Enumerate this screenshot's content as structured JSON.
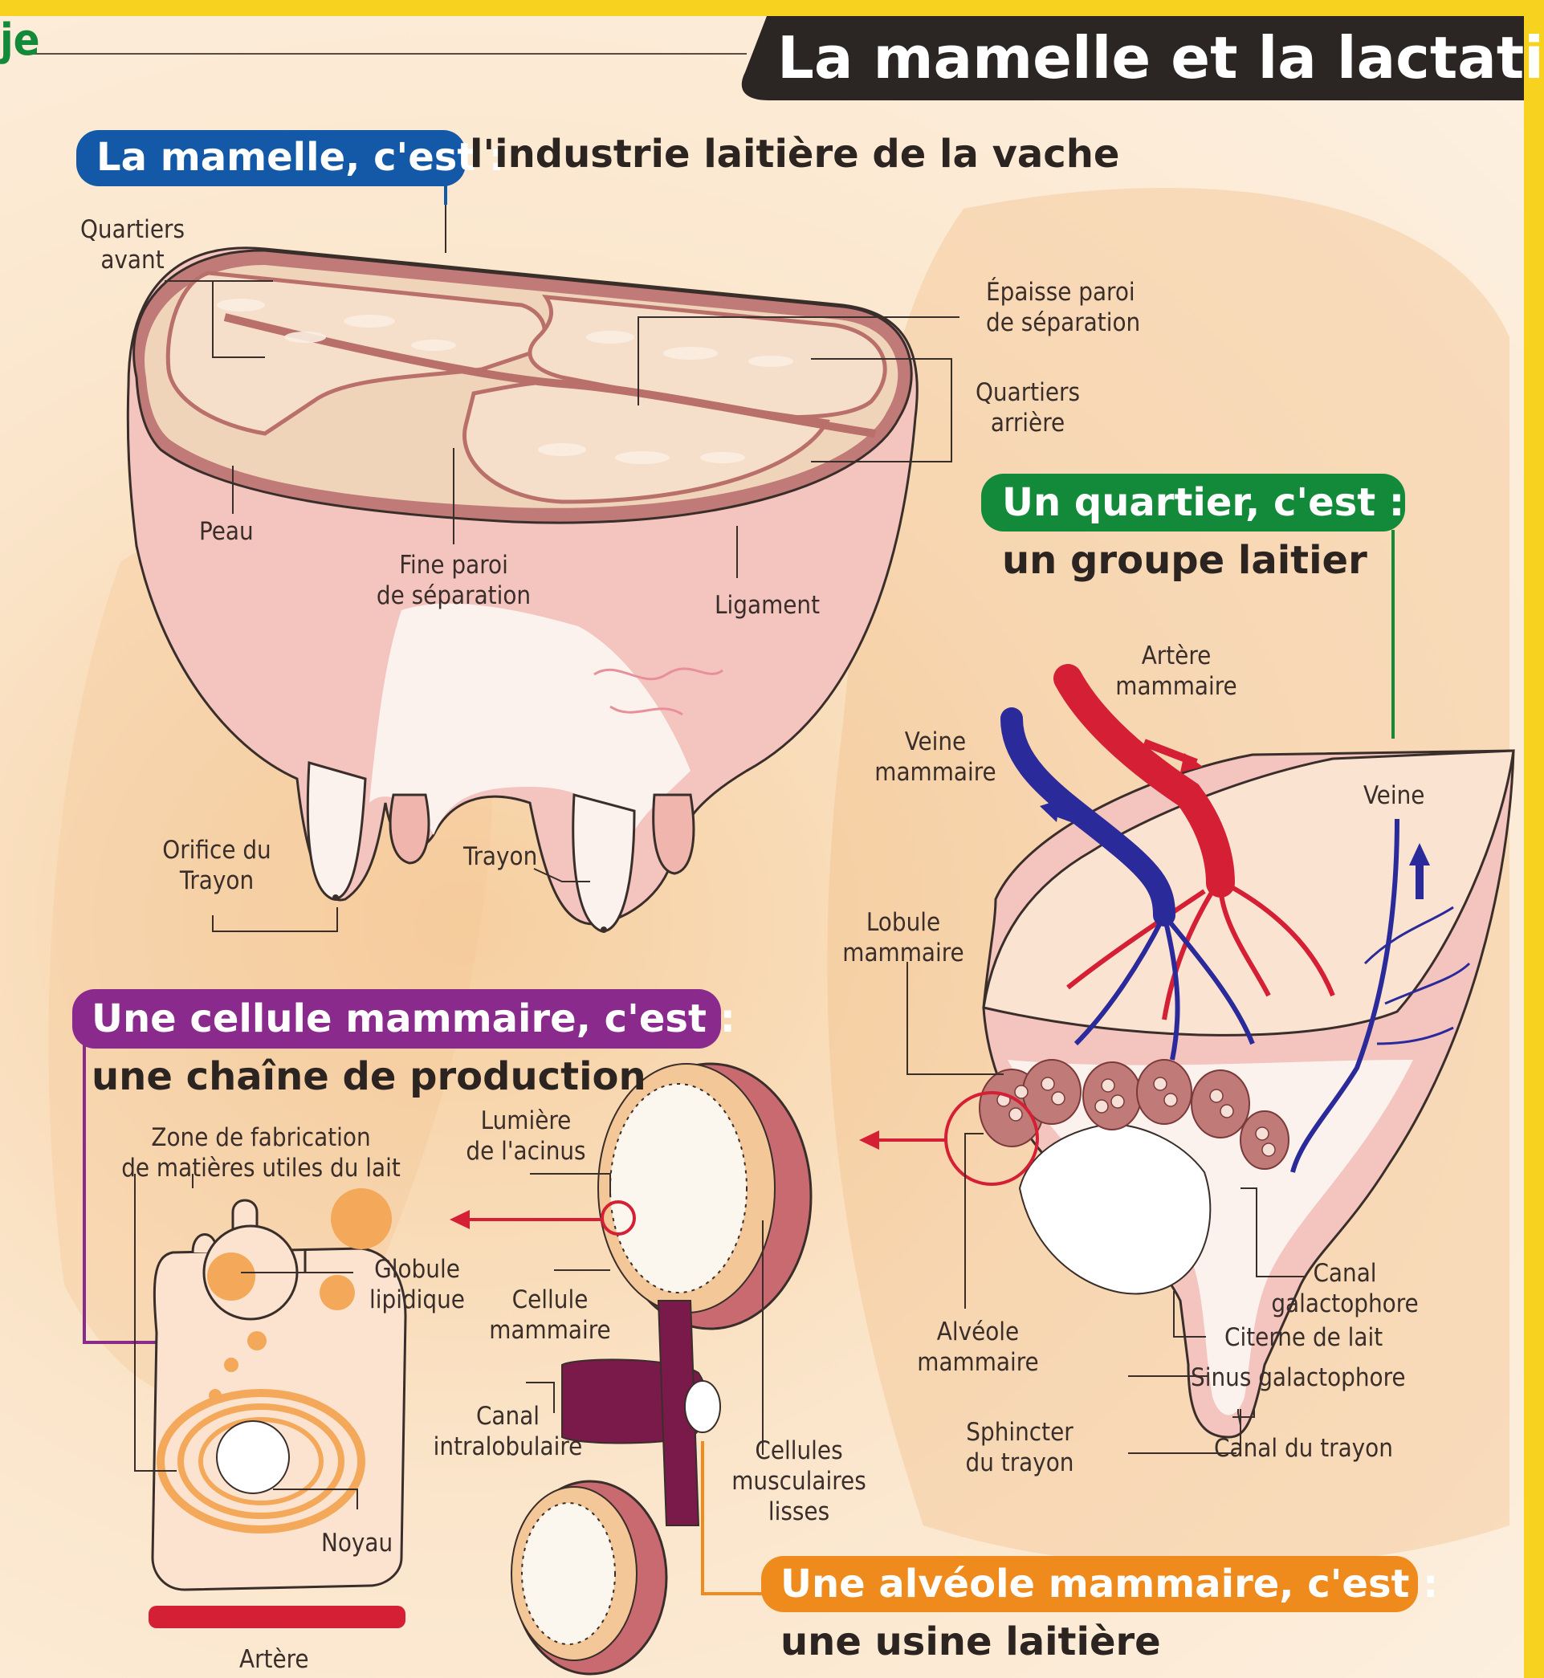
{
  "header": {
    "corner_fragment": "je",
    "title": "La mamelle et la lactation"
  },
  "sections": {
    "mamelle": {
      "heading": "La mamelle, c'est :",
      "subtitle": "l'industrie laitière de la vache",
      "color": "#1458a8"
    },
    "quartier": {
      "heading": "Un quartier, c'est :",
      "subtitle": "un groupe laitier",
      "color": "#128a3a"
    },
    "cellule": {
      "heading": "Une cellule mammaire, c'est :",
      "subtitle": "une chaîne de production",
      "color": "#8a2a8c"
    },
    "alveole": {
      "heading": "Une alvéole mammaire, c'est :",
      "subtitle": "une usine laitière",
      "color": "#ef8a1c"
    }
  },
  "labels": {
    "quartiers_avant": [
      "Quartiers",
      "avant"
    ],
    "epaisse_paroi": [
      "Épaisse paroi",
      "de séparation"
    ],
    "quartiers_arriere": [
      "Quartiers",
      "arrière"
    ],
    "peau": "Peau",
    "fine_paroi": [
      "Fine paroi",
      "de séparation"
    ],
    "ligament": "Ligament",
    "orifice": [
      "Orifice du",
      "Trayon"
    ],
    "trayon": "Trayon",
    "artere_mammaire": [
      "Artère",
      "mammaire"
    ],
    "veine_mammaire": [
      "Veine",
      "mammaire"
    ],
    "veine": "Veine",
    "lobule_mammaire": [
      "Lobule",
      "mammaire"
    ],
    "canal_galactophore": [
      "Canal",
      "galactophore"
    ],
    "citerne": "Citerne de lait",
    "sinus": "Sinus galactophore",
    "alveole_mammaire": [
      "Alvéole",
      "mammaire"
    ],
    "sphincter": [
      "Sphincter",
      "du trayon"
    ],
    "canal_trayon": "Canal du trayon",
    "zone_fabrication": [
      "Zone  de fabrication",
      "de matières utiles du lait"
    ],
    "lumiere": [
      "Lumière",
      "de l'acinus"
    ],
    "globule": [
      "Globule",
      "lipidique"
    ],
    "cellule_mammaire": [
      "Cellule",
      "mammaire"
    ],
    "canal_intralobulaire": [
      "Canal",
      "intralobulaire"
    ],
    "cellules_musculaires": [
      "Cellules",
      "musculaires",
      "lisses"
    ],
    "noyau": "Noyau",
    "artere": "Artère"
  },
  "colors": {
    "background": "#fbe6cc",
    "accent_bar": "#f7d21e",
    "artery": "#d41f34",
    "vein": "#2a2a9a",
    "udder_skin": "#f4c4bf",
    "tissue": "#c07a78"
  }
}
